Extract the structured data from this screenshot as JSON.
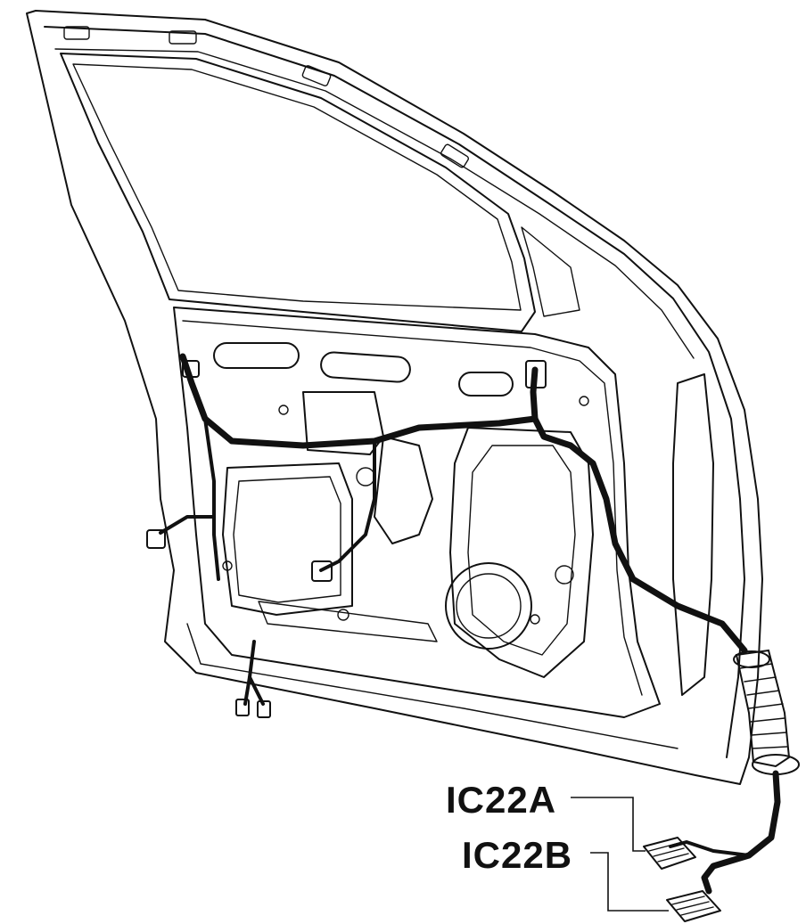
{
  "callouts": [
    {
      "id": "IC22A",
      "text": "IC22A"
    },
    {
      "id": "IC22B",
      "text": "IC22B"
    }
  ],
  "colors": {
    "line": "#111111",
    "background": "#ffffff"
  }
}
